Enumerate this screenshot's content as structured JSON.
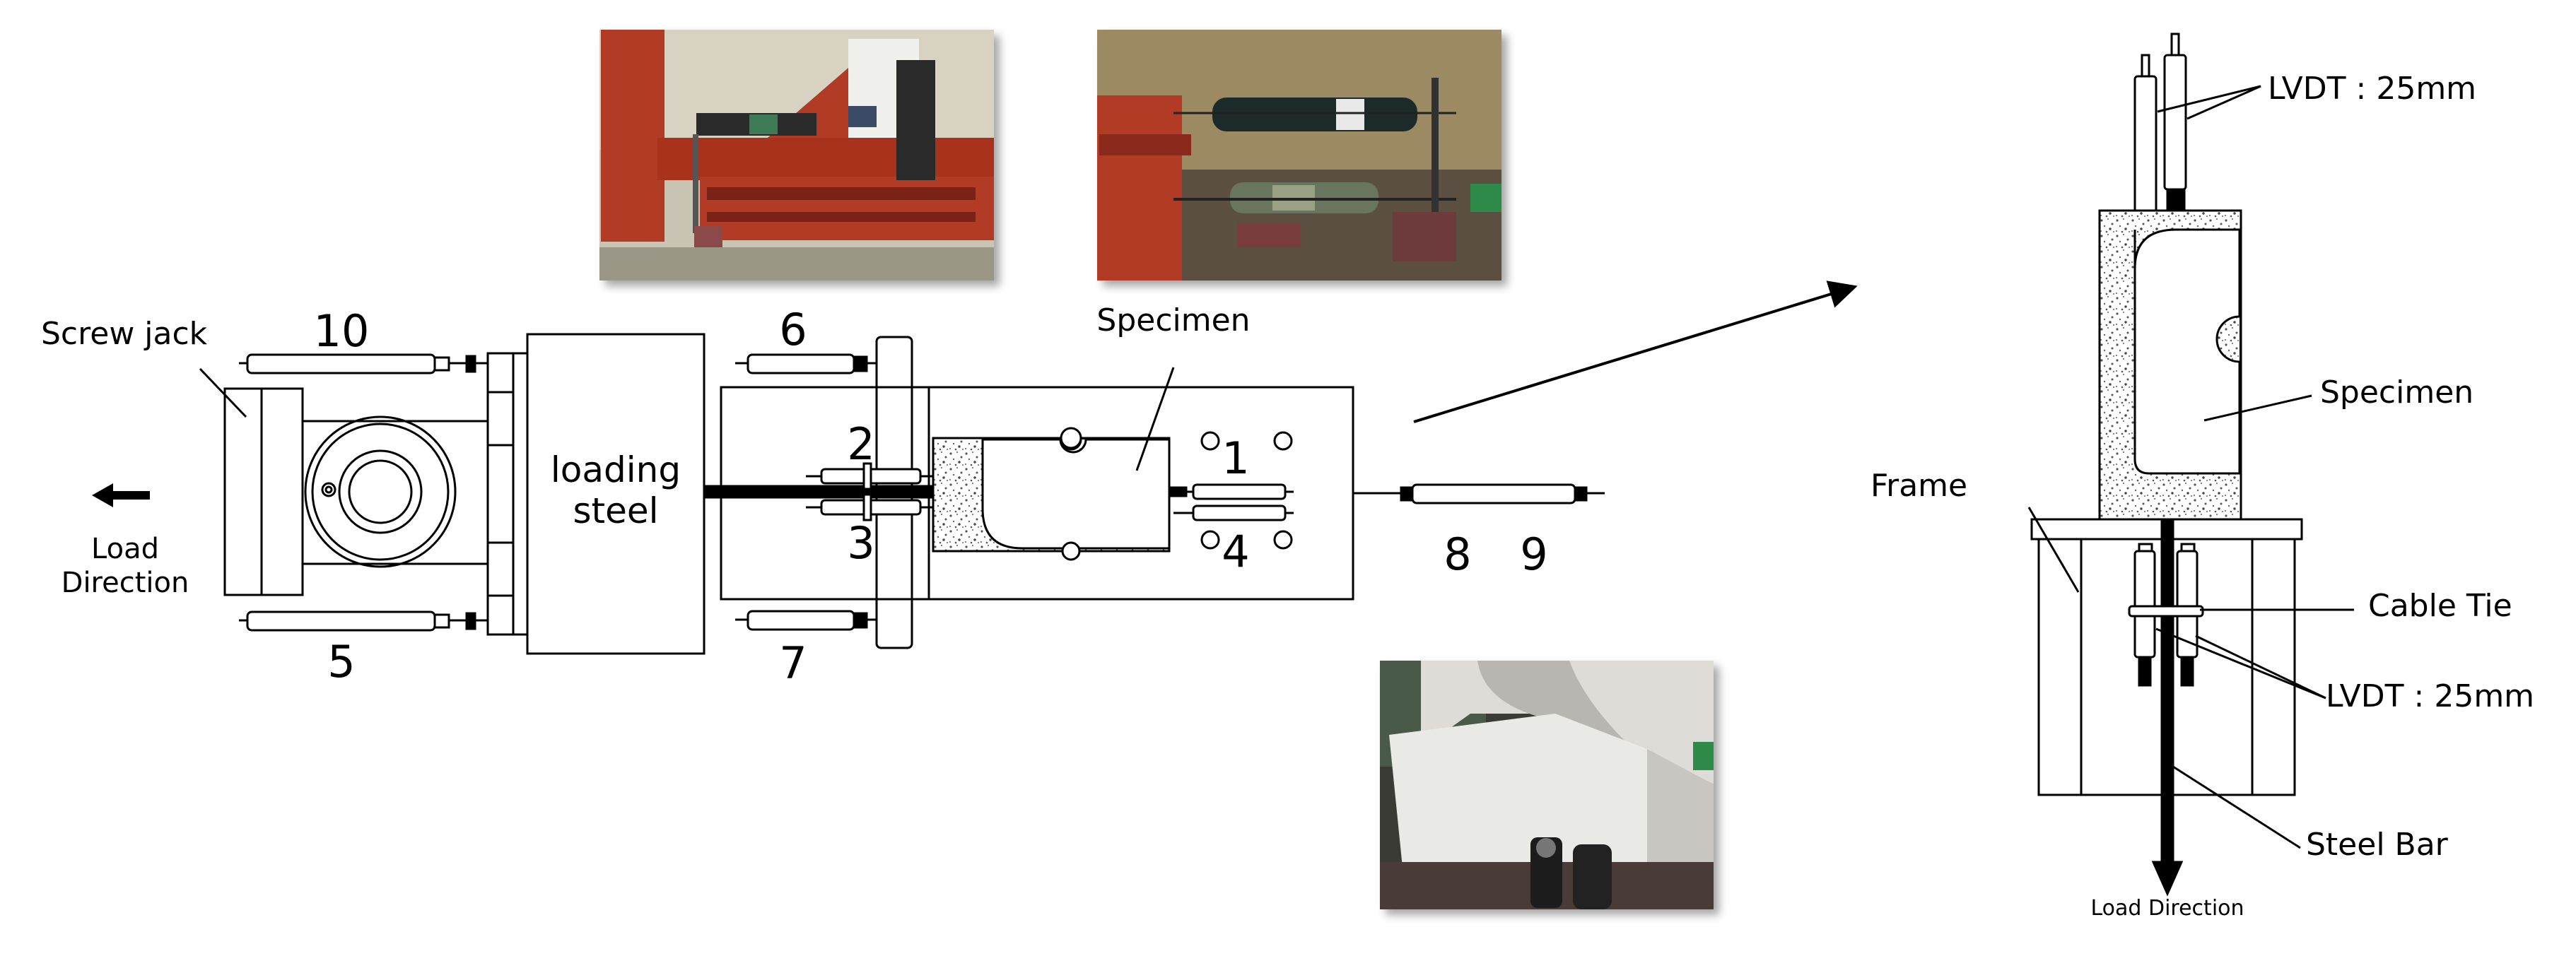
{
  "left_diagram": {
    "screw_jack": "Screw jack",
    "load_direction_line1": "Load",
    "load_direction_line2": "Direction",
    "loading_steel_line1": "loading",
    "loading_steel_line2": "steel",
    "specimen": "Specimen",
    "lvdt_numbers": {
      "n1": "1",
      "n2": "2",
      "n3": "3",
      "n4": "4",
      "n5": "5",
      "n6": "6",
      "n7": "7",
      "n8": "8",
      "n9": "9",
      "n10": "10"
    }
  },
  "right_diagram": {
    "lvdt_top": "LVDT : 25mm",
    "specimen": "Specimen",
    "frame": "Frame",
    "cable_tie": "Cable Tie",
    "lvdt_bottom": "LVDT : 25mm",
    "steel_bar": "Steel Bar",
    "load_direction": "Load Direction"
  },
  "colors": {
    "rig_red": "#b23a26",
    "lab_wall": "#8a7a55",
    "specimen_white": "#e9e9e6"
  }
}
